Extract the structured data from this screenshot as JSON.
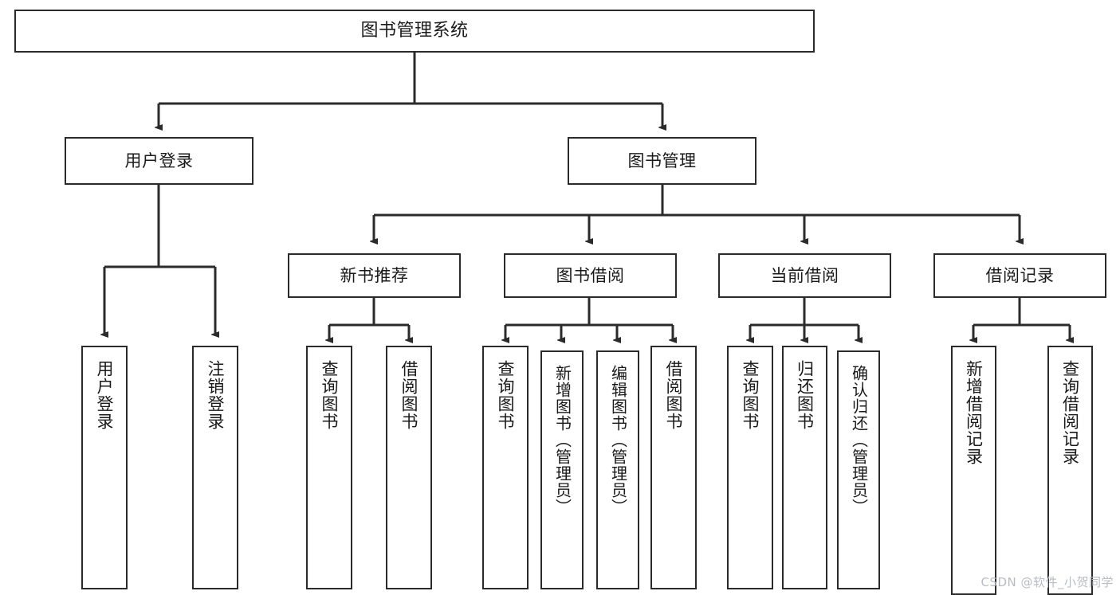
{
  "diagram": {
    "type": "tree",
    "title": "图书管理系统",
    "orientation": "top-down",
    "colors": {
      "background": "#ffffff",
      "node_border": "#2b2b2b",
      "node_fill": "#ffffff",
      "edge": "#2b2b2b",
      "text": "#1a1a1a",
      "watermark": "#b8bcc2"
    }
  },
  "root": {
    "label": "图书管理系统"
  },
  "level1": [
    {
      "label": "用户登录"
    },
    {
      "label": "图书管理"
    }
  ],
  "level2": [
    {
      "label": "新书推荐"
    },
    {
      "label": "图书借阅"
    },
    {
      "label": "当前借阅"
    },
    {
      "label": "借阅记录"
    }
  ],
  "leaves": {
    "user_login": [
      {
        "label": "用户登录"
      },
      {
        "label": "注销登录"
      }
    ],
    "new_book_recommend": [
      {
        "label": "查询图书"
      },
      {
        "label": "借阅图书"
      }
    ],
    "book_borrow": [
      {
        "label": "查询图书"
      },
      {
        "label": "新增图书（管理员）"
      },
      {
        "label": "编辑图书（管理员）"
      },
      {
        "label": "借阅图书"
      }
    ],
    "current_borrow": [
      {
        "label": "查询图书"
      },
      {
        "label": "归还图书"
      },
      {
        "label": "确认归还（管理员）"
      }
    ],
    "borrow_record": [
      {
        "label": "新增借阅记录"
      },
      {
        "label": "查询借阅记录"
      }
    ]
  },
  "watermark": {
    "text": "CSDN @软件_小贺同学"
  }
}
